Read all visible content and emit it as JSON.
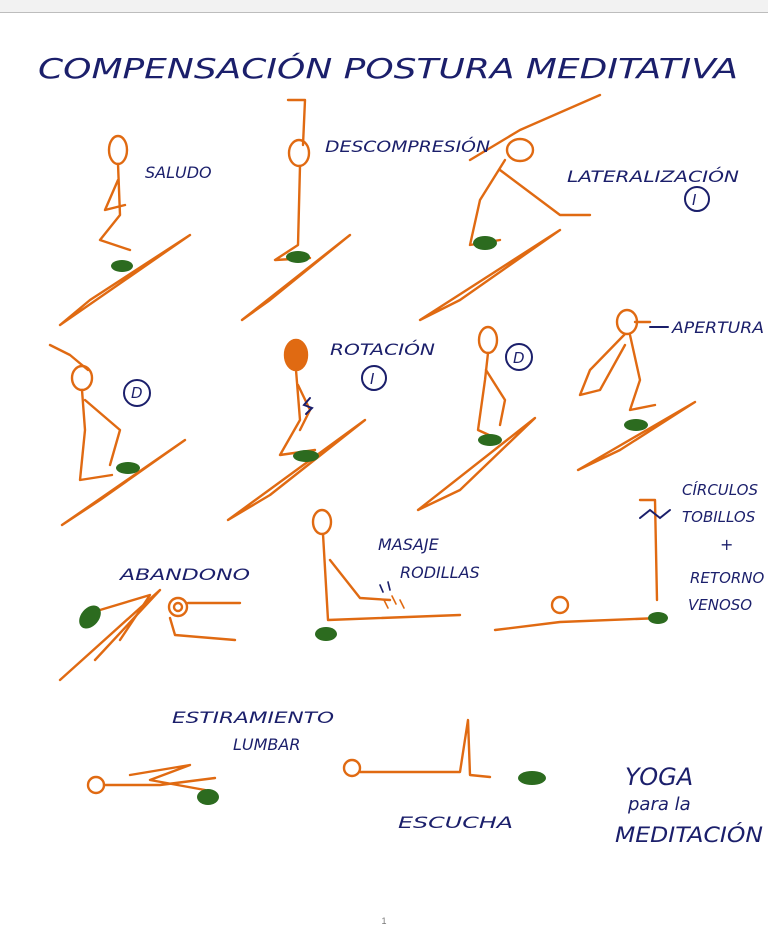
{
  "colors": {
    "ink": "#1b1f6b",
    "figure": "#e06a12",
    "mat": "#2c6b1f",
    "head_fill": "#e06a12"
  },
  "title": "COMPENSACIÓN POSTURA MEDITATIVA",
  "poses": {
    "saludo": "SALUDO",
    "descompresion": "DESCOMPRESIÓN",
    "lateralizacion": "LATERALIZACIÓN",
    "lateralizacion_side": "I",
    "lateral_right_side": "D",
    "rotacion": "ROTACIÓN",
    "rotacion_side": "I",
    "rotacion_right_side": "D",
    "apertura": "APERTURA",
    "circulos_line1": "CÍRCULOS",
    "circulos_line2": "TOBILLOS",
    "plus": "+",
    "retorno_line1": "RETORNO",
    "retorno_line2": "VENOSO",
    "abandono": "ABANDONO",
    "masaje_line1": "MASAJE",
    "masaje_line2": "RODILLAS",
    "estiramiento_line1": "ESTIRAMIENTO",
    "estiramiento_line2": "LUMBAR",
    "escucha": "ESCUCHA"
  },
  "footer": {
    "line1": "YOGA",
    "line2": "para la",
    "line3": "MEDITACIÓN"
  },
  "page_number": "1"
}
